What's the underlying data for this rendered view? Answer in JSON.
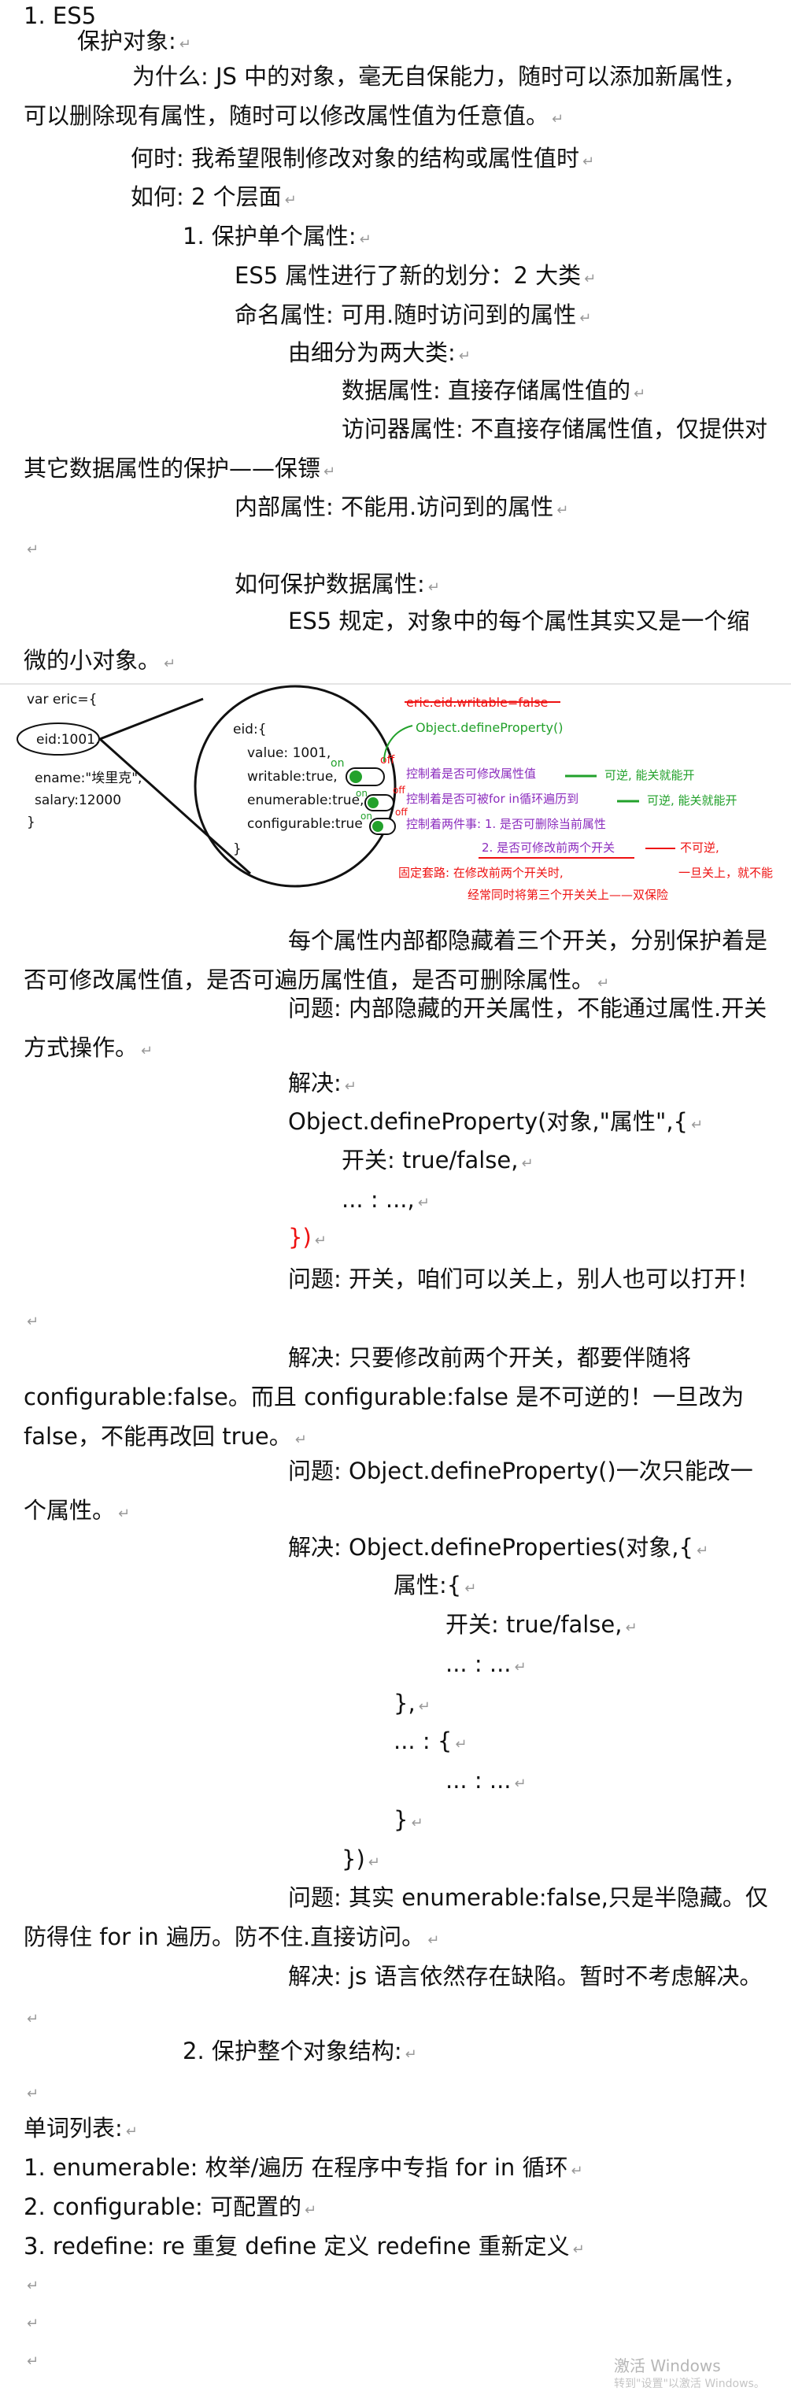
{
  "lines": [
    "1. ES5",
    "保护对象:",
    "为什么: JS  中的对象，毫无自保能力，随时可以添加新属性，可以删除现有属性，随时可以修改属性值为任意值。",
    "何时: 我希望限制修改对象的结构或属性值时",
    "如何: 2 个层面",
    "1.  保护单个属性:",
    "ES5 属性进行了新的划分：2 大类",
    "命名属性: 可用.随时访问到的属性",
    "由细分为两大类:",
    "数据属性: 直接存储属性值的",
    "访问器属性: 不直接存储属性值，仅提供对其它数据属性的保护——保镖",
    "内部属性: 不能用.访问到的属性",
    "如何保护数据属性:",
    "ES5  规定，对象中的每个属性其实又是一个缩微的小对象。"
  ],
  "figure": {
    "code": [
      "var eric={",
      "eid:1001,",
      "ename:\"埃里克\",",
      "salary:12000",
      "}"
    ],
    "detail": [
      "eid:{",
      "value: 1001,",
      "writable:true,",
      "enumerable:true,",
      "configurable:true",
      "}"
    ],
    "strike": "eric.eid.writable=false",
    "define": "Object.defineProperty()",
    "on": "on",
    "off": "off",
    "notes": [
      "控制着是否可修改属性值",
      "控制着是否可被for in循环遍历到",
      "控制着两件事: 1. 是否可删除当前属性",
      "2. 是否可修改前两个开关",
      "固定套路: 在修改前两个开关时,",
      "经常同时将第三个开关关上——双保险"
    ],
    "right_notes": [
      "可逆, 能关就能开",
      "可逆, 能关就能开",
      "不可逆,",
      "一旦关上，就不能"
    ]
  },
  "after": [
    "每个属性内部都隐藏着三个开关，分别保护着是否可修改属性值，是否可遍历属性值，是否可删除属性。",
    "问题: 内部隐藏的开关属性，不能通过属性.开关方式操作。",
    "解决:",
    "Object.defineProperty(对象,\"属性\",{",
    "开关: true/false,",
    "... : ...,",
    "})",
    "问题: 开关，咱们可以关上，别人也可以打开！",
    "解决: 只要修改前两个开关，都要伴随将configurable:false。而且 configurable:false 是不可逆的！一旦改为false，不能再改回 true。",
    "问题: Object.defineProperty()一次只能改一个属性。",
    "解决: Object.defineProperties(对象,{",
    "属性:{",
    "开关: true/false,",
    "... : ...",
    "},",
    "... : {",
    "... : ...",
    "}",
    "})",
    "问题: 其实 enumerable:false,只是半隐藏。仅防得住 for in 遍历。防不住.直接访问。",
    "解决: js 语言依然存在缺陷。暂时不考虑解决。",
    "2.  保护整个对象结构:",
    "单词列表:",
    "1. enumerable:      枚举/遍历    在程序中专指 for in 循环",
    "2. configurable:      可配置的",
    "3. redefine:             re  重复     define  定义      redefine  重新定义"
  ],
  "watermark": [
    "激活 Windows",
    "转到\"设置\"以激活 Windows。"
  ]
}
